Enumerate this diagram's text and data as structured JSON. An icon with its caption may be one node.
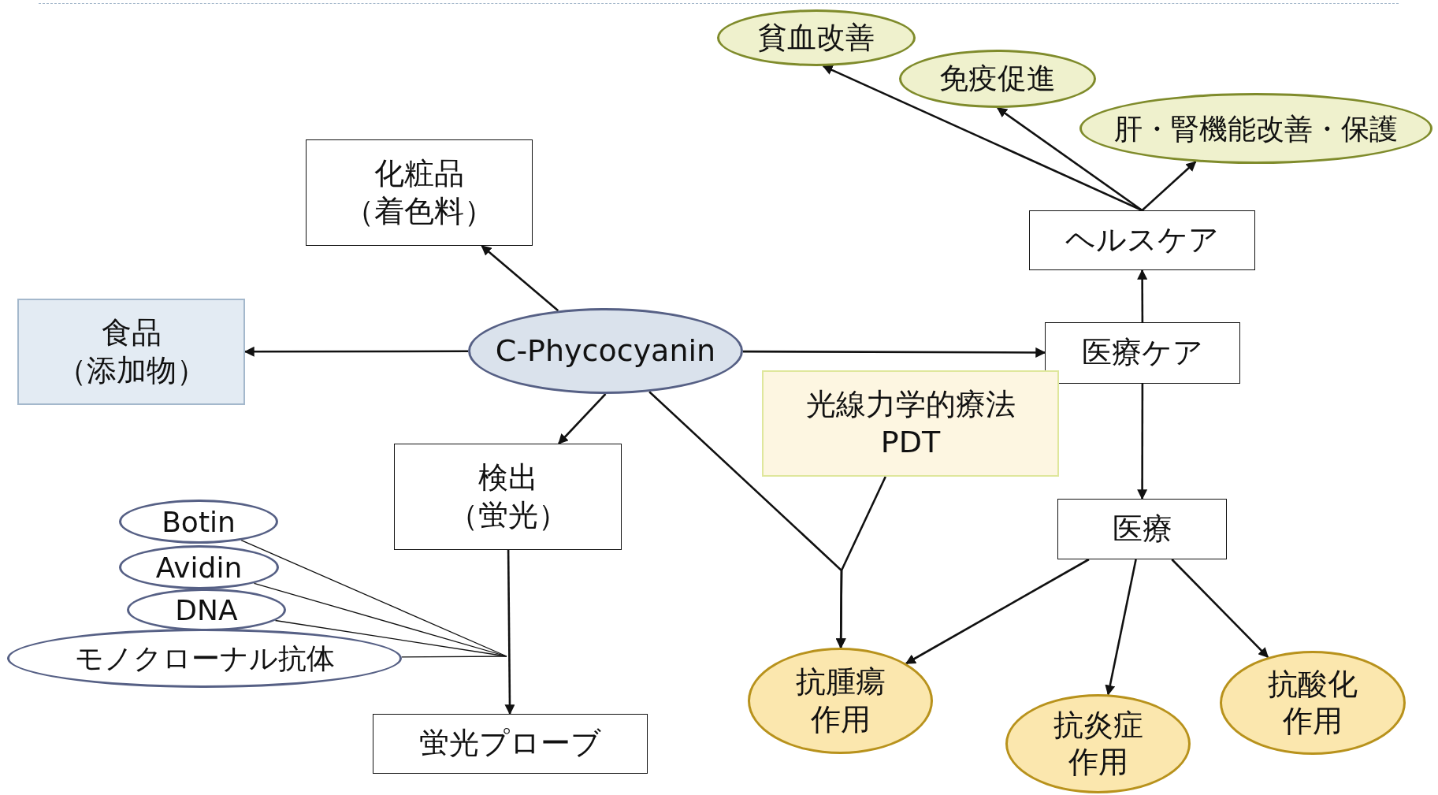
{
  "diagram": {
    "nodes": [
      {
        "text": [
          "C-Phycocyanin"
        ]
      },
      {
        "text": [
          "化粧品",
          "（着色料）"
        ]
      },
      {
        "text": [
          "食品",
          "（添加物）"
        ]
      },
      {
        "text": [
          "検出",
          "（蛍光）"
        ]
      },
      {
        "text": [
          "蛍光プローブ"
        ]
      },
      {
        "text": [
          "Botin"
        ]
      },
      {
        "text": [
          "Avidin"
        ]
      },
      {
        "text": [
          "DNA"
        ]
      },
      {
        "text": [
          "モノクローナル抗体"
        ]
      },
      {
        "text": [
          "ヘルスケア"
        ]
      },
      {
        "text": [
          "医療ケア"
        ]
      },
      {
        "text": [
          "光線力学的療法",
          "PDT"
        ]
      },
      {
        "text": [
          "医療"
        ]
      },
      {
        "text": [
          "貧血改善"
        ]
      },
      {
        "text": [
          "免疫促進"
        ]
      },
      {
        "text": [
          "肝・腎機能改善・保護"
        ]
      },
      {
        "text": [
          "抗腫瘍",
          "作用"
        ]
      },
      {
        "text": [
          "抗炎症",
          "作用"
        ]
      },
      {
        "text": [
          "抗酸化",
          "作用"
        ]
      }
    ],
    "edges": [
      {
        "from": 0,
        "to": 1,
        "arrow": "to"
      },
      {
        "from": 0,
        "to": 2,
        "arrow": "to"
      },
      {
        "from": 0,
        "to": 10,
        "arrow": "to"
      },
      {
        "from": 0,
        "to": 3,
        "arrow": "to"
      },
      {
        "from": 3,
        "to": 4,
        "arrow": "to"
      },
      {
        "from": 5,
        "to": null,
        "arrow": "none"
      },
      {
        "from": 6,
        "to": null,
        "arrow": "none"
      },
      {
        "from": 7,
        "to": null,
        "arrow": "none"
      },
      {
        "from": 8,
        "to": null,
        "arrow": "none"
      },
      {
        "from": 0,
        "to": 16,
        "arrow": "to"
      },
      {
        "from": 11,
        "to": 16,
        "arrow": "to"
      },
      {
        "from": 10,
        "to": 9,
        "arrow": "to"
      },
      {
        "from": 9,
        "to": 13,
        "arrow": "to"
      },
      {
        "from": 9,
        "to": 14,
        "arrow": "to"
      },
      {
        "from": 9,
        "to": 15,
        "arrow": "to"
      },
      {
        "from": 10,
        "to": 12,
        "arrow": "to"
      },
      {
        "from": 12,
        "to": 16,
        "arrow": "to"
      },
      {
        "from": 12,
        "to": 17,
        "arrow": "to"
      },
      {
        "from": 12,
        "to": 18,
        "arrow": "to"
      }
    ]
  }
}
